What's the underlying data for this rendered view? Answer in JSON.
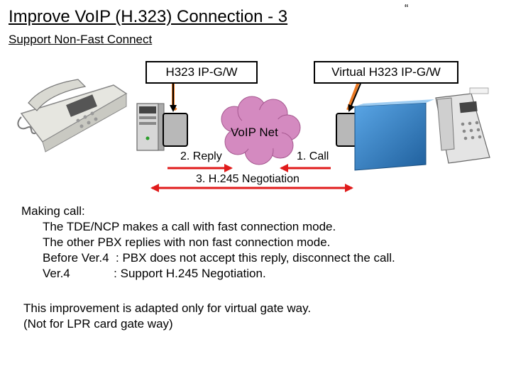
{
  "title": "Improve VoIP (H.323) Connection - 3",
  "quote_mark": "“",
  "subtitle": "Support Non-Fast Connect",
  "callouts": {
    "left": "H323 IP-G/W",
    "right": "Virtual H323 IP-G/W"
  },
  "network": {
    "label": "VoIP Net"
  },
  "flows": {
    "reply": "2. Reply",
    "call": "1. Call",
    "negotiation": "3. H.245 Negotiation"
  },
  "body": {
    "heading": "Making call:",
    "lines": [
      "The TDE/NCP makes a call with fast connection mode.",
      "The other PBX replies with non fast connection mode.",
      "Before Ver.4  : PBX does not accept this reply, disconnect the call.",
      "Ver.4             : Support H.245 Negotiation."
    ]
  },
  "footer": {
    "lines": [
      "This improvement is adapted only for virtual gate way.",
      "(Not for LPR card gate way)"
    ]
  },
  "colors": {
    "arrow": "#e01b1b",
    "callout_pointer": "#e87722",
    "gateway_box": "#b8b8b8",
    "cloud": "#d48ac0",
    "panel": "#3a86c8"
  }
}
